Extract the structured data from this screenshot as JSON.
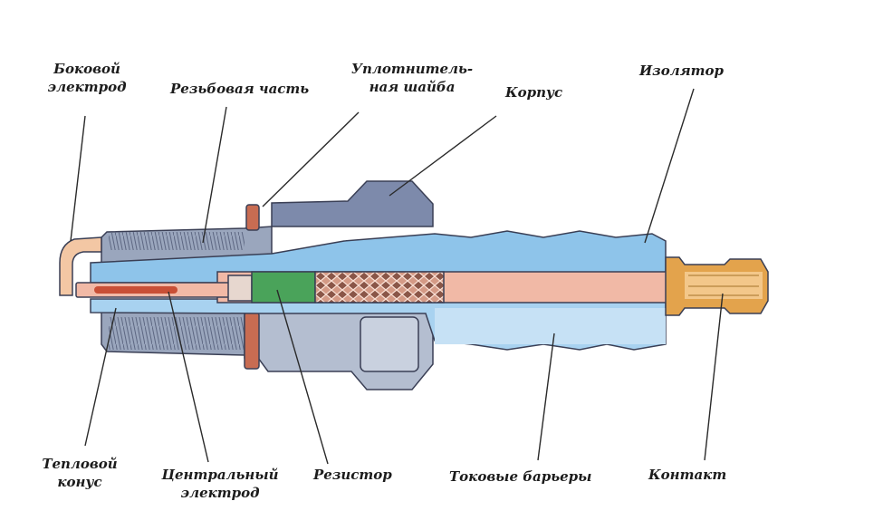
{
  "labels": {
    "side_electrode": [
      "Боковой",
      "электрод"
    ],
    "thread": "Резьбовая часть",
    "seal_washer": [
      "Уплотнитель-",
      "ная шайба"
    ],
    "housing": "Корпус",
    "insulator": "Изолятор",
    "heat_cone": [
      "Тепловой",
      "конус"
    ],
    "center_electrode": [
      "Центральный",
      "электрод"
    ],
    "resistor": "Резистор",
    "current_barriers": "Токовые барьеры",
    "contact": "Контакт"
  },
  "colors": {
    "metal": "#9aa6bd",
    "metal_dark": "#66739a",
    "insulator": "#8ec4ea",
    "insulator_light": "#c6e1f5",
    "electrode": "#f1b9a6",
    "resistor": "#4aa35a",
    "contact": "#e3a34c",
    "seal": "#c86c52",
    "side_electrode": "#f3c7a4",
    "outline": "#3a3f55",
    "text": "#1c1c1c"
  }
}
